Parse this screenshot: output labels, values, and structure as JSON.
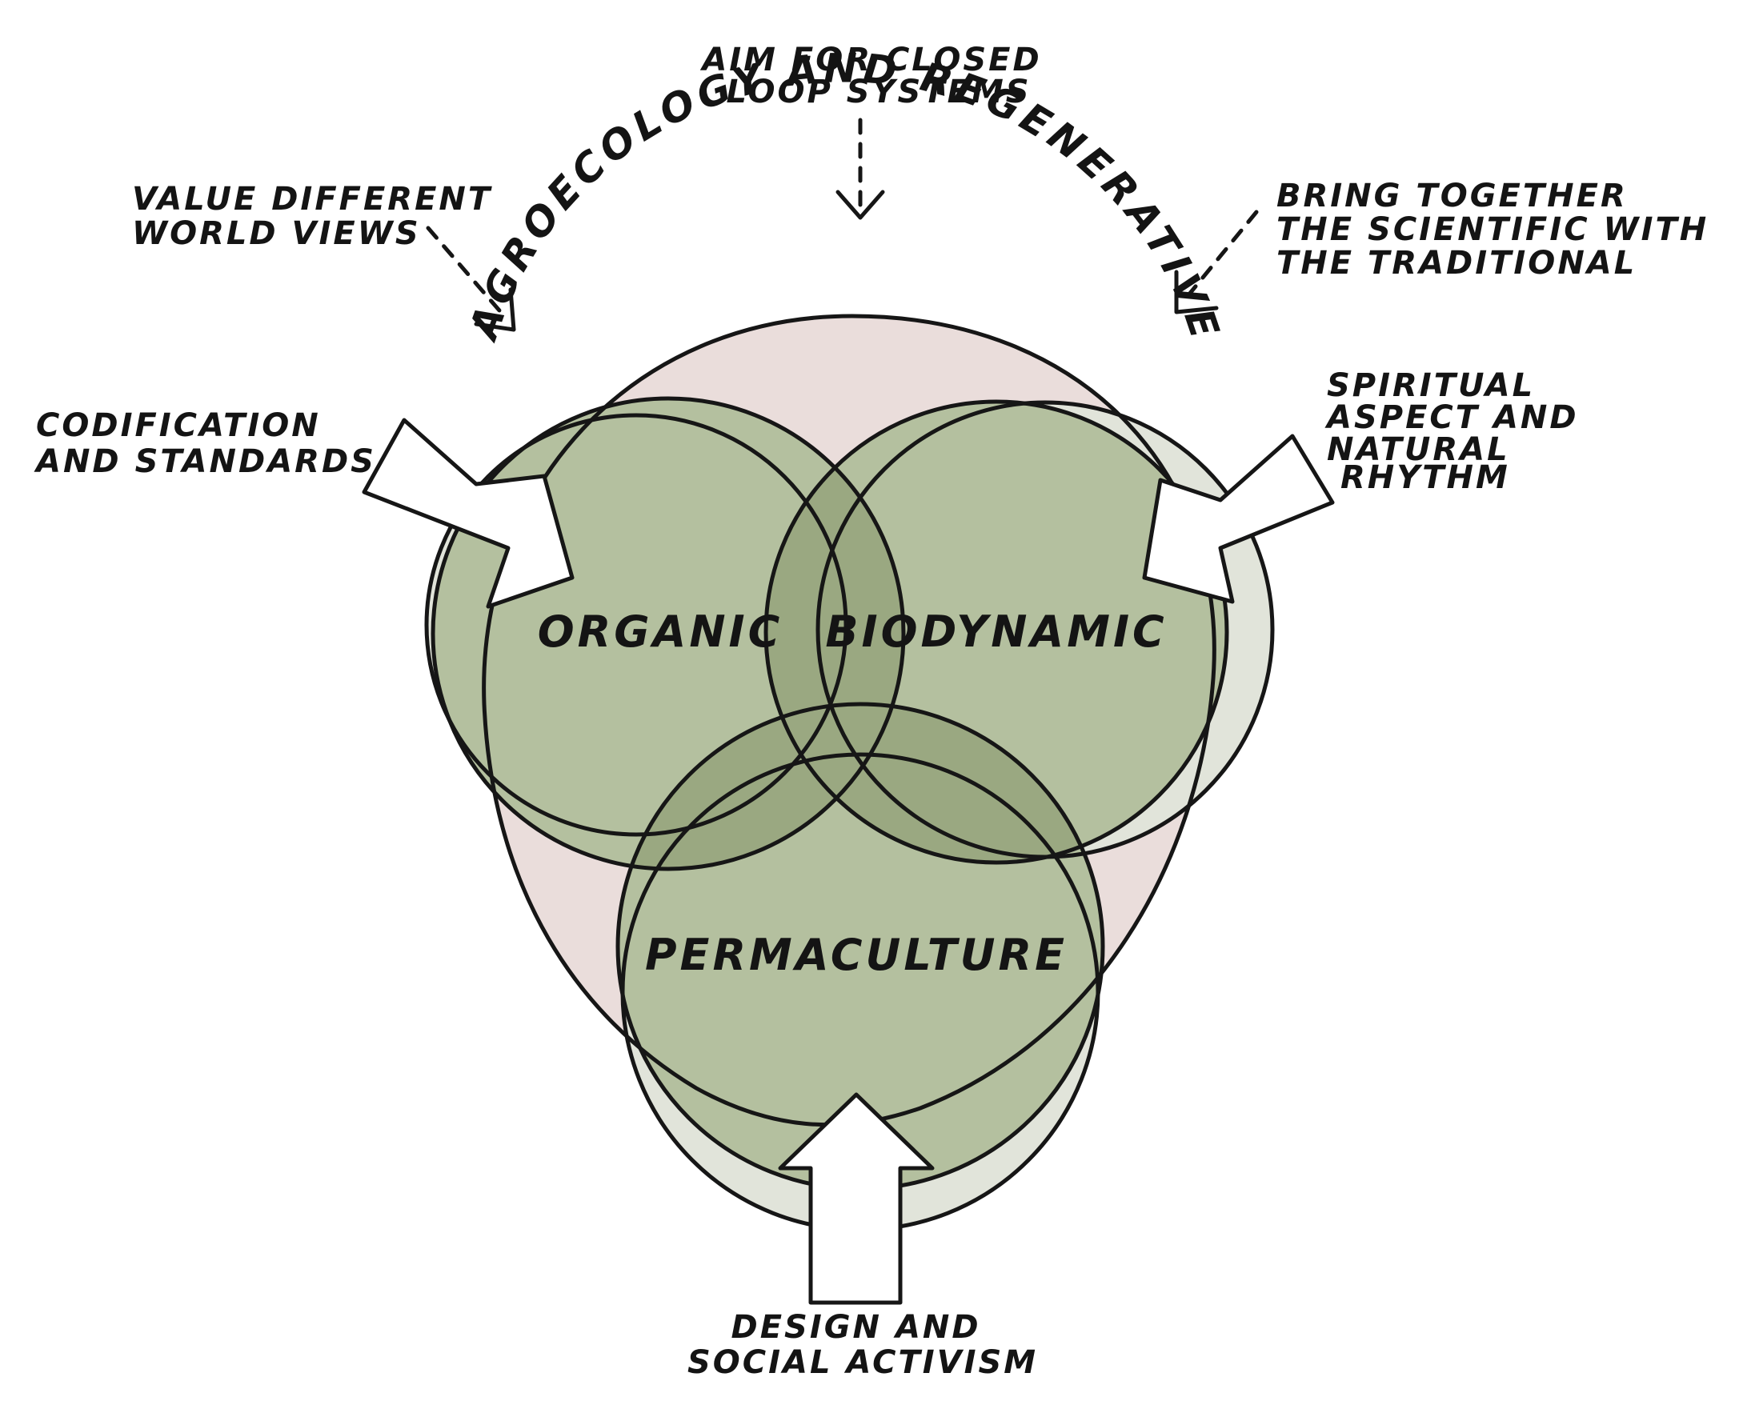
{
  "diagram": {
    "outer_label": "AGROECOLOGY AND REGENERATIVE",
    "circles": {
      "organic": "ORGANIC",
      "biodynamic": "BIODYNAMIC",
      "permaculture": "PERMACULTURE"
    },
    "annotations": {
      "top": [
        "AIM FOR CLOSED",
        "LOOP SYSTEMS"
      ],
      "top_left": [
        "VALUE DIFFERENT",
        "WORLD VIEWS"
      ],
      "top_right": [
        "BRING TOGETHER",
        "THE SCIENTIFIC WITH",
        "THE TRADITIONAL"
      ],
      "left": [
        "CODIFICATION",
        "AND STANDARDS"
      ],
      "right": [
        "SPIRITUAL",
        "ASPECT AND",
        "NATURAL",
        "RHYTHM"
      ],
      "bottom": [
        "DESIGN AND",
        "SOCIAL ACTIVISM"
      ]
    },
    "colors": {
      "outer_fill": "#eadddb",
      "grey_fill": "#e1e4da",
      "circle_fill": "#b4c09f",
      "overlap_fill": "#9aa881",
      "stroke": "#161616"
    }
  }
}
